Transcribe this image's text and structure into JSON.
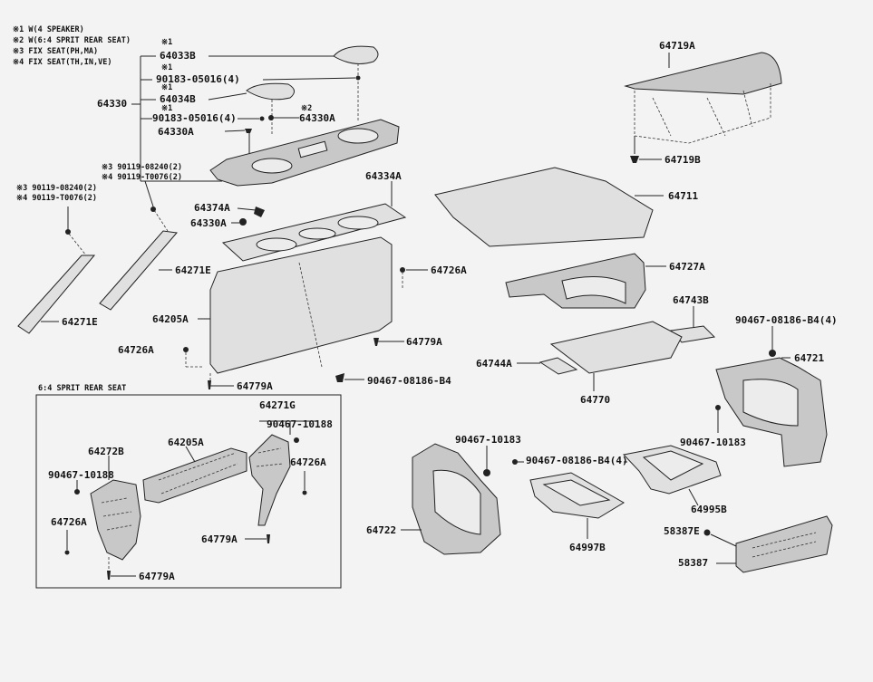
{
  "notes": [
    "※1 W(4 SPEAKER)",
    "※2 W(6:4 SPRIT REAR SEAT)",
    "※3 FIX SEAT(PH,MA)",
    "※4 FIX SEAT(TH,IN,VE)"
  ],
  "inset_title": "6:4 SPRIT REAR SEAT",
  "labels": {
    "l01": "※1",
    "l02": "64033B",
    "l03": "※1",
    "l04": "90183-05016(4)",
    "l05": "※1",
    "l06": "64034B",
    "l07": "※1",
    "l08": "90183-05016(4)",
    "l09": "※2",
    "l10": "64330A",
    "l11": "64330",
    "l12": "64330A",
    "l13": "※3 90119-08240(2)",
    "l14": "※4 90119-T0076(2)",
    "l15": "※3 90119-08240(2)",
    "l16": "※4 90119-T0076(2)",
    "l17": "64334A",
    "l18": "64374A",
    "l19": "64330A",
    "l20": "64271E",
    "l21": "64271E",
    "l22": "64726A",
    "l23": "64205A",
    "l24": "64726A",
    "l25": "64779A",
    "l26": "64779A",
    "l27": "90467-08186-B4",
    "l28": "64719A",
    "l29": "64719B",
    "l30": "64711",
    "l31": "64727A",
    "l32": "64743B",
    "l33": "90467-08186-B4(4)",
    "l34": "64744A",
    "l35": "64770",
    "l36": "64721",
    "l37": "90467-10183",
    "l38": "90467-10183",
    "l39": "90467-08186-B4(4)",
    "l40": "64722",
    "l41": "64995B",
    "l42": "64997B",
    "l43": "58387E",
    "l44": "58387",
    "l45": "64271G",
    "l46": "90467-10188",
    "l47": "64272B",
    "l48": "64205A",
    "l49": "90467-10188",
    "l50": "64726A",
    "l51": "64726A",
    "l52": "64779A",
    "l53": "64779A"
  }
}
